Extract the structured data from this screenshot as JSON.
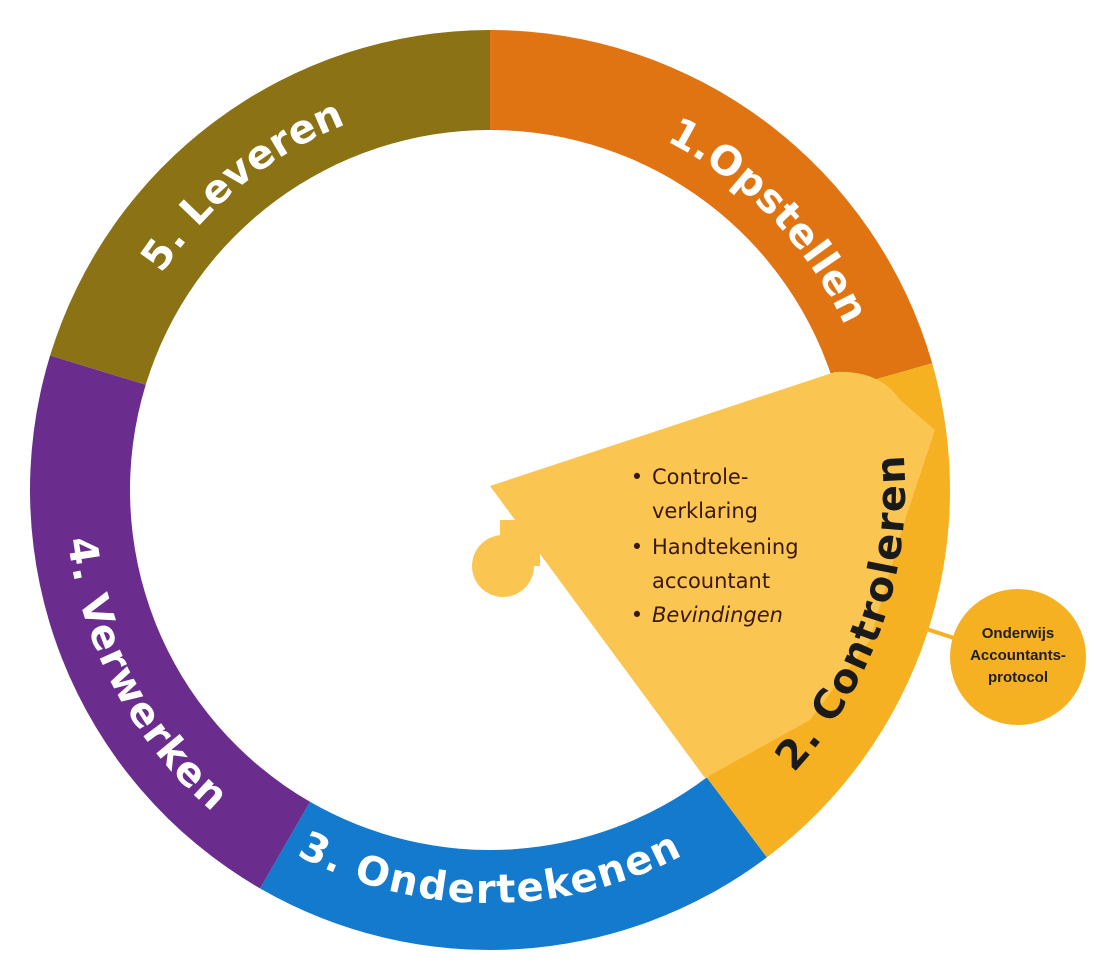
{
  "segments": [
    {
      "id": "opstellen",
      "label": "1.Opstellen",
      "color": "#E07412",
      "text_color": "#ffffff"
    },
    {
      "id": "controleren",
      "label": "2. Controleren",
      "color": "#F6B123",
      "text_color": "#1a1a1a"
    },
    {
      "id": "ondertekenen",
      "label": "3. Ondertekenen",
      "color": "#137ACD",
      "text_color": "#ffffff"
    },
    {
      "id": "verwerken",
      "label": "4. Verwerken",
      "color": "#6A2D8E",
      "text_color": "#ffffff"
    },
    {
      "id": "leveren",
      "label": "5. Leveren",
      "color": "#8B7214",
      "text_color": "#ffffff"
    }
  ],
  "detail": {
    "color": "#FBC552",
    "bullet": "•",
    "lines": [
      {
        "text": "Controle-",
        "bullet": true,
        "italic": false
      },
      {
        "text": "verklaring",
        "bullet": false,
        "italic": false
      },
      {
        "text": "Handtekening",
        "bullet": true,
        "italic": false
      },
      {
        "text": "accountant",
        "bullet": false,
        "italic": false
      },
      {
        "text": "Bevindingen",
        "bullet": true,
        "italic": true
      }
    ]
  },
  "badge": {
    "color": "#F6B123",
    "lines": [
      "Onderwijs",
      "Accountants-",
      "protocol"
    ]
  }
}
